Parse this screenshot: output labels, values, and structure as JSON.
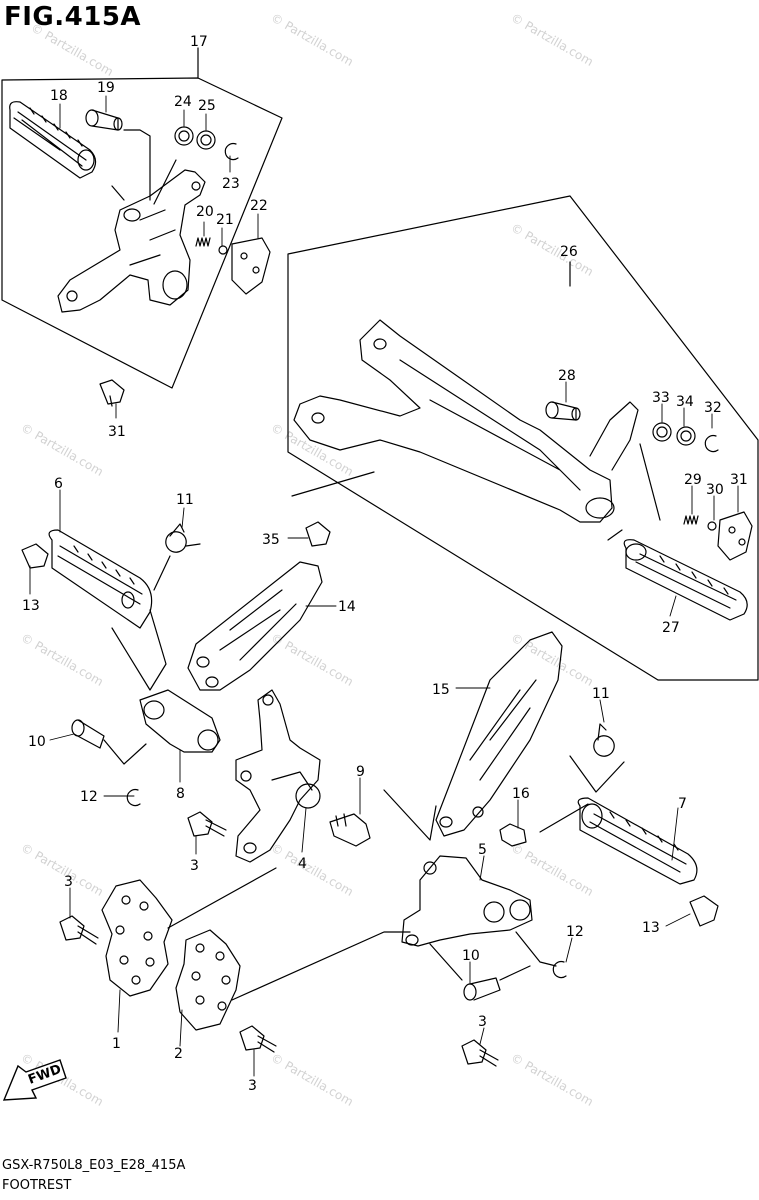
{
  "figure": {
    "title": "FIG.415A",
    "model_code": "GSX-R750L8_E03_E28_415A",
    "name": "FOOTREST",
    "fwd_label": "FWD"
  },
  "watermark": "© Partzilla.com",
  "callouts": [
    {
      "id": "c17",
      "text": "17"
    },
    {
      "id": "c19",
      "text": "19"
    },
    {
      "id": "c18",
      "text": "18"
    },
    {
      "id": "c24",
      "text": "24"
    },
    {
      "id": "c25",
      "text": "25"
    },
    {
      "id": "c23",
      "text": "23"
    },
    {
      "id": "c20",
      "text": "20"
    },
    {
      "id": "c21",
      "text": "21"
    },
    {
      "id": "c22",
      "text": "22"
    },
    {
      "id": "c31a",
      "text": "31"
    },
    {
      "id": "c26",
      "text": "26"
    },
    {
      "id": "c28",
      "text": "28"
    },
    {
      "id": "c33",
      "text": "33"
    },
    {
      "id": "c34",
      "text": "34"
    },
    {
      "id": "c32",
      "text": "32"
    },
    {
      "id": "c29",
      "text": "29"
    },
    {
      "id": "c30",
      "text": "30"
    },
    {
      "id": "c31b",
      "text": "31"
    },
    {
      "id": "c27",
      "text": "27"
    },
    {
      "id": "c6",
      "text": "6"
    },
    {
      "id": "c11a",
      "text": "11"
    },
    {
      "id": "c13a",
      "text": "13"
    },
    {
      "id": "c35",
      "text": "35"
    },
    {
      "id": "c14",
      "text": "14"
    },
    {
      "id": "c15",
      "text": "15"
    },
    {
      "id": "c11b",
      "text": "11"
    },
    {
      "id": "c10a",
      "text": "10"
    },
    {
      "id": "c12a",
      "text": "12"
    },
    {
      "id": "c8",
      "text": "8"
    },
    {
      "id": "c9",
      "text": "9"
    },
    {
      "id": "c16",
      "text": "16"
    },
    {
      "id": "c7",
      "text": "7"
    },
    {
      "id": "c3a",
      "text": "3"
    },
    {
      "id": "c4",
      "text": "4"
    },
    {
      "id": "c5",
      "text": "5"
    },
    {
      "id": "c3b",
      "text": "3"
    },
    {
      "id": "c13b",
      "text": "13"
    },
    {
      "id": "c12b",
      "text": "12"
    },
    {
      "id": "c10b",
      "text": "10"
    },
    {
      "id": "c1",
      "text": "1"
    },
    {
      "id": "c2",
      "text": "2"
    },
    {
      "id": "c3c",
      "text": "3"
    },
    {
      "id": "c3d",
      "text": "3"
    }
  ]
}
